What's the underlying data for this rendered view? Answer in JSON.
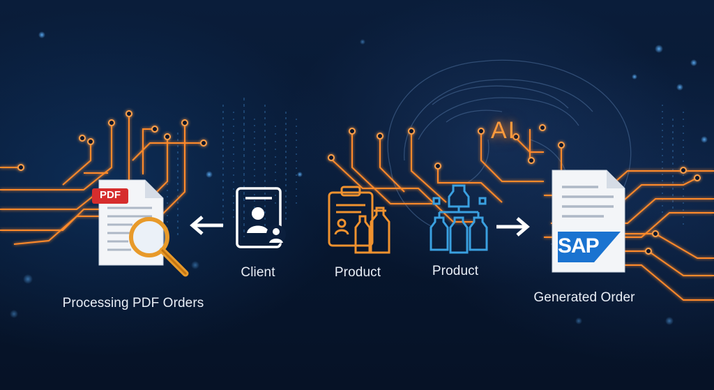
{
  "diagram": {
    "ai_label": "AI",
    "steps": [
      {
        "id": "pdf",
        "label": "Processing PDF Orders",
        "badge": "PDF",
        "icon": "pdf-magnifier-icon"
      },
      {
        "id": "client",
        "label": "Client",
        "icon": "client-contact-card-icon"
      },
      {
        "id": "product1",
        "label": "Product",
        "icon": "clipboard-bottles-icon"
      },
      {
        "id": "product2",
        "label": "Product",
        "icon": "bottles-network-icon"
      },
      {
        "id": "order",
        "label": "Generated Order",
        "badge": "SAP",
        "icon": "sap-document-icon"
      }
    ],
    "colors": {
      "background": "#07152b",
      "circuit": "#ff8a2a",
      "label": "#e9eef6",
      "product_orange": "#f0922f",
      "product_blue": "#3aa0e0",
      "sap_blue": "#1a73d0"
    }
  }
}
